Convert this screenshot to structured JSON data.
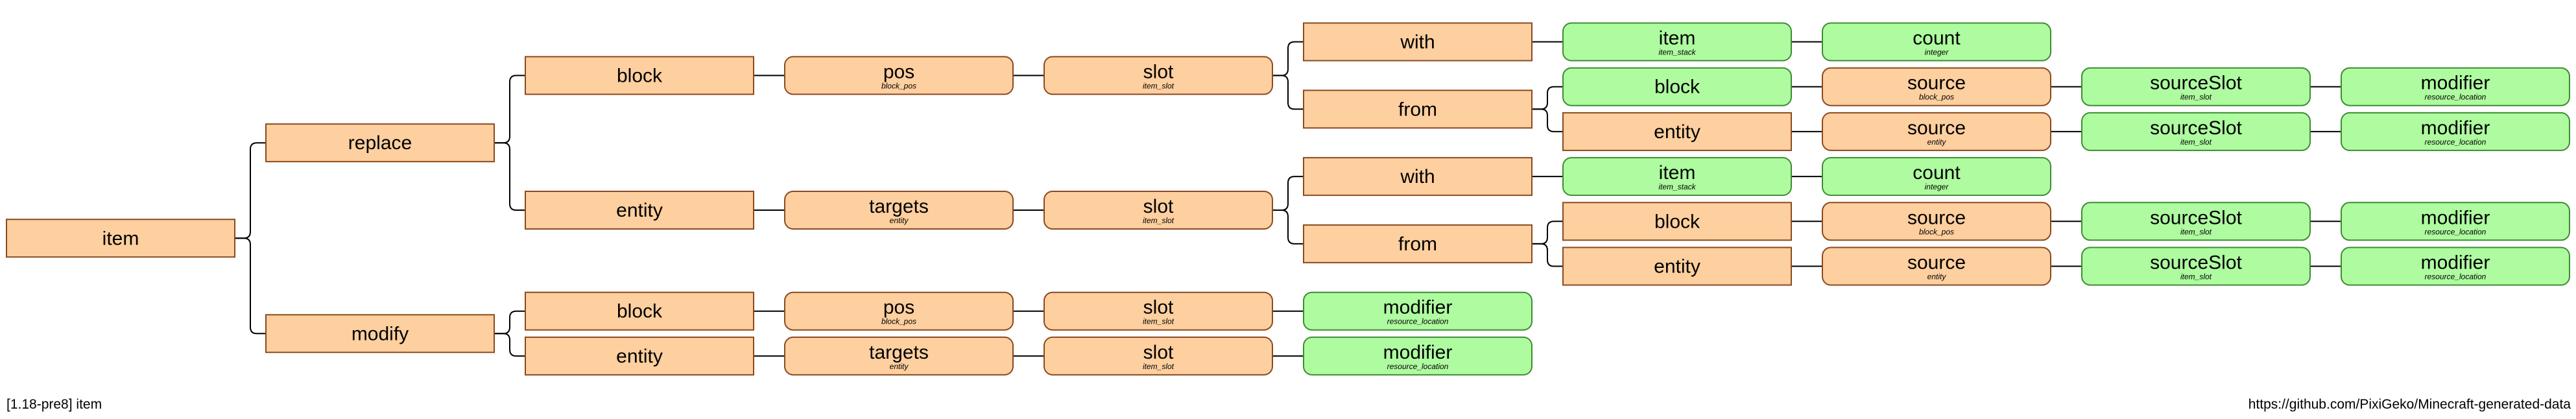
{
  "colors": {
    "literal_fill": "#fecf9f",
    "literal_stroke": "#8a4a20",
    "argument_fill": "#aefba0",
    "argument_stroke": "#3e8c34"
  },
  "footer": {
    "version_label": "[1.18-pre8] item",
    "source_url": "https://github.com/PixiGeko/Minecraft-generated-data"
  },
  "tree": {
    "label": "item",
    "kind": "literal",
    "children": [
      {
        "label": "replace",
        "kind": "literal",
        "children": [
          {
            "label": "block",
            "kind": "literal",
            "children": [
              {
                "label": "pos",
                "sub": "block_pos",
                "kind": "literal",
                "children": [
                  {
                    "label": "slot",
                    "sub": "item_slot",
                    "kind": "literal",
                    "children": [
                      {
                        "label": "with",
                        "kind": "literal",
                        "children": [
                          {
                            "label": "item",
                            "sub": "item_stack",
                            "kind": "argument",
                            "children": [
                              {
                                "label": "count",
                                "sub": "integer",
                                "kind": "argument"
                              }
                            ]
                          }
                        ]
                      },
                      {
                        "label": "from",
                        "kind": "literal",
                        "children": [
                          {
                            "label": "block",
                            "kind": "argument",
                            "children": [
                              {
                                "label": "source",
                                "sub": "block_pos",
                                "kind": "literal",
                                "children": [
                                  {
                                    "label": "sourceSlot",
                                    "sub": "item_slot",
                                    "kind": "argument",
                                    "children": [
                                      {
                                        "label": "modifier",
                                        "sub": "resource_location",
                                        "kind": "argument"
                                      }
                                    ]
                                  }
                                ]
                              }
                            ]
                          },
                          {
                            "label": "entity",
                            "kind": "literal",
                            "children": [
                              {
                                "label": "source",
                                "sub": "entity",
                                "kind": "literal",
                                "children": [
                                  {
                                    "label": "sourceSlot",
                                    "sub": "item_slot",
                                    "kind": "argument",
                                    "children": [
                                      {
                                        "label": "modifier",
                                        "sub": "resource_location",
                                        "kind": "argument"
                                      }
                                    ]
                                  }
                                ]
                              }
                            ]
                          }
                        ]
                      }
                    ]
                  }
                ]
              }
            ]
          },
          {
            "label": "entity",
            "kind": "literal",
            "children": [
              {
                "label": "targets",
                "sub": "entity",
                "kind": "literal",
                "children": [
                  {
                    "label": "slot",
                    "sub": "item_slot",
                    "kind": "literal",
                    "children": [
                      {
                        "label": "with",
                        "kind": "literal",
                        "children": [
                          {
                            "label": "item",
                            "sub": "item_stack",
                            "kind": "argument",
                            "children": [
                              {
                                "label": "count",
                                "sub": "integer",
                                "kind": "argument"
                              }
                            ]
                          }
                        ]
                      },
                      {
                        "label": "from",
                        "kind": "literal",
                        "children": [
                          {
                            "label": "block",
                            "kind": "literal",
                            "children": [
                              {
                                "label": "source",
                                "sub": "block_pos",
                                "kind": "literal",
                                "children": [
                                  {
                                    "label": "sourceSlot",
                                    "sub": "item_slot",
                                    "kind": "argument",
                                    "children": [
                                      {
                                        "label": "modifier",
                                        "sub": "resource_location",
                                        "kind": "argument"
                                      }
                                    ]
                                  }
                                ]
                              }
                            ]
                          },
                          {
                            "label": "entity",
                            "kind": "literal",
                            "children": [
                              {
                                "label": "source",
                                "sub": "entity",
                                "kind": "literal",
                                "children": [
                                  {
                                    "label": "sourceSlot",
                                    "sub": "item_slot",
                                    "kind": "argument",
                                    "children": [
                                      {
                                        "label": "modifier",
                                        "sub": "resource_location",
                                        "kind": "argument"
                                      }
                                    ]
                                  }
                                ]
                              }
                            ]
                          }
                        ]
                      }
                    ]
                  }
                ]
              }
            ]
          }
        ]
      },
      {
        "label": "modify",
        "kind": "literal",
        "children": [
          {
            "label": "block",
            "kind": "literal",
            "children": [
              {
                "label": "pos",
                "sub": "block_pos",
                "kind": "literal",
                "children": [
                  {
                    "label": "slot",
                    "sub": "item_slot",
                    "kind": "literal",
                    "children": [
                      {
                        "label": "modifier",
                        "sub": "resource_location",
                        "kind": "argument"
                      }
                    ]
                  }
                ]
              }
            ]
          },
          {
            "label": "entity",
            "kind": "literal",
            "children": [
              {
                "label": "targets",
                "sub": "entity",
                "kind": "literal",
                "children": [
                  {
                    "label": "slot",
                    "sub": "item_slot",
                    "kind": "literal",
                    "children": [
                      {
                        "label": "modifier",
                        "sub": "resource_location",
                        "kind": "argument"
                      }
                    ]
                  }
                ]
              }
            ]
          }
        ]
      }
    ]
  }
}
